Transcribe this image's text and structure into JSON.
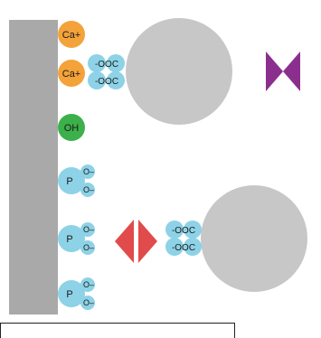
{
  "colors": {
    "surface": "#a9a9a9",
    "calcium": "#f4a23a",
    "hydroxyl": "#3cb04a",
    "phosphate": "#8dd2e6",
    "particle": "#c7c7c7",
    "bowtie": "#8b2f8f",
    "diamond": "#e14b4b"
  },
  "labels": {
    "ca_top": "Ca+",
    "ca_mid": "Ca+",
    "oh": "OH",
    "p1": "P",
    "p2": "P",
    "p3": "P",
    "o_minus": "O–",
    "ooc": "-OOC"
  },
  "caption": ""
}
